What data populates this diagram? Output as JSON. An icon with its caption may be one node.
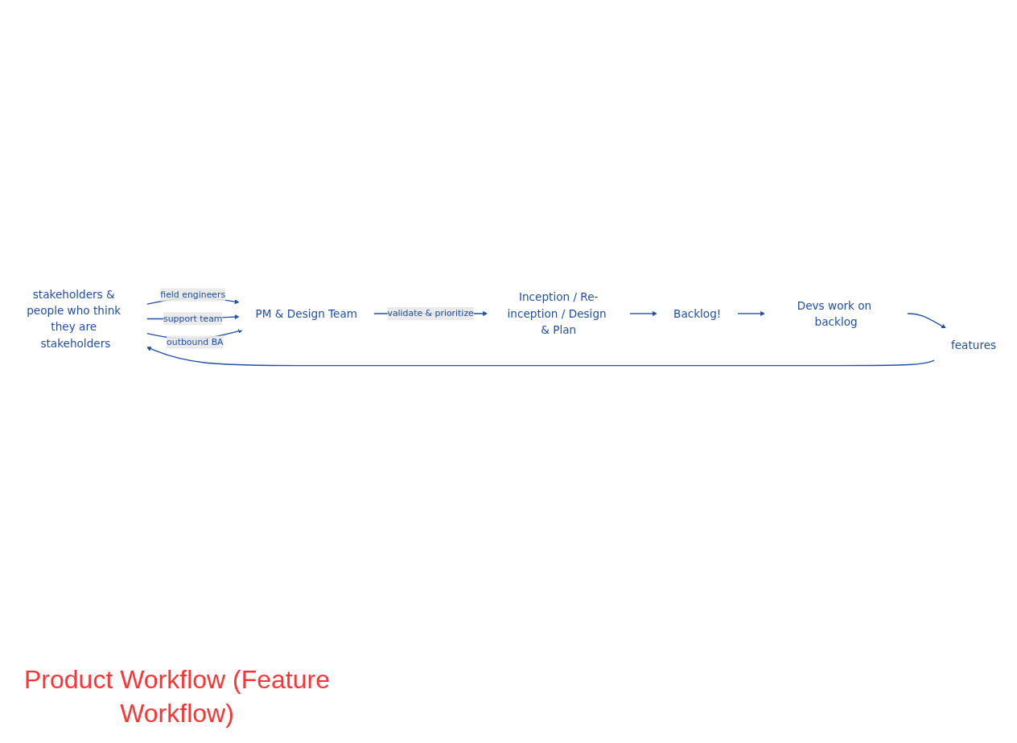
{
  "diagram": {
    "title": "Product Workflow (Feature Workflow)",
    "nodes": [
      {
        "text": [
          "stakeholders & people who think they are stakeholders"
        ]
      },
      {
        "text": [
          "PM & Design Team"
        ]
      },
      {
        "text": [
          "Inception / Re-inception / Design & Plan"
        ]
      },
      {
        "text": [
          "Backlog!"
        ]
      },
      {
        "text": [
          "Devs work on backlog"
        ]
      },
      {
        "text": [
          "features"
        ]
      }
    ],
    "edges": [
      {
        "from": 0,
        "to": 1,
        "label": "field engineers",
        "arrow": "to"
      },
      {
        "from": 0,
        "to": 1,
        "label": "support team",
        "arrow": "to"
      },
      {
        "from": 0,
        "to": 1,
        "label": "outbound BA",
        "arrow": "to"
      },
      {
        "from": 1,
        "to": 2,
        "label": "validate & prioritize",
        "arrow": "to"
      },
      {
        "from": 2,
        "to": 3,
        "arrow": "to"
      },
      {
        "from": 3,
        "to": 4,
        "arrow": "to"
      },
      {
        "from": 4,
        "to": 5,
        "arrow": "to"
      },
      {
        "from": 5,
        "to": 0,
        "arrow": "to"
      }
    ]
  }
}
